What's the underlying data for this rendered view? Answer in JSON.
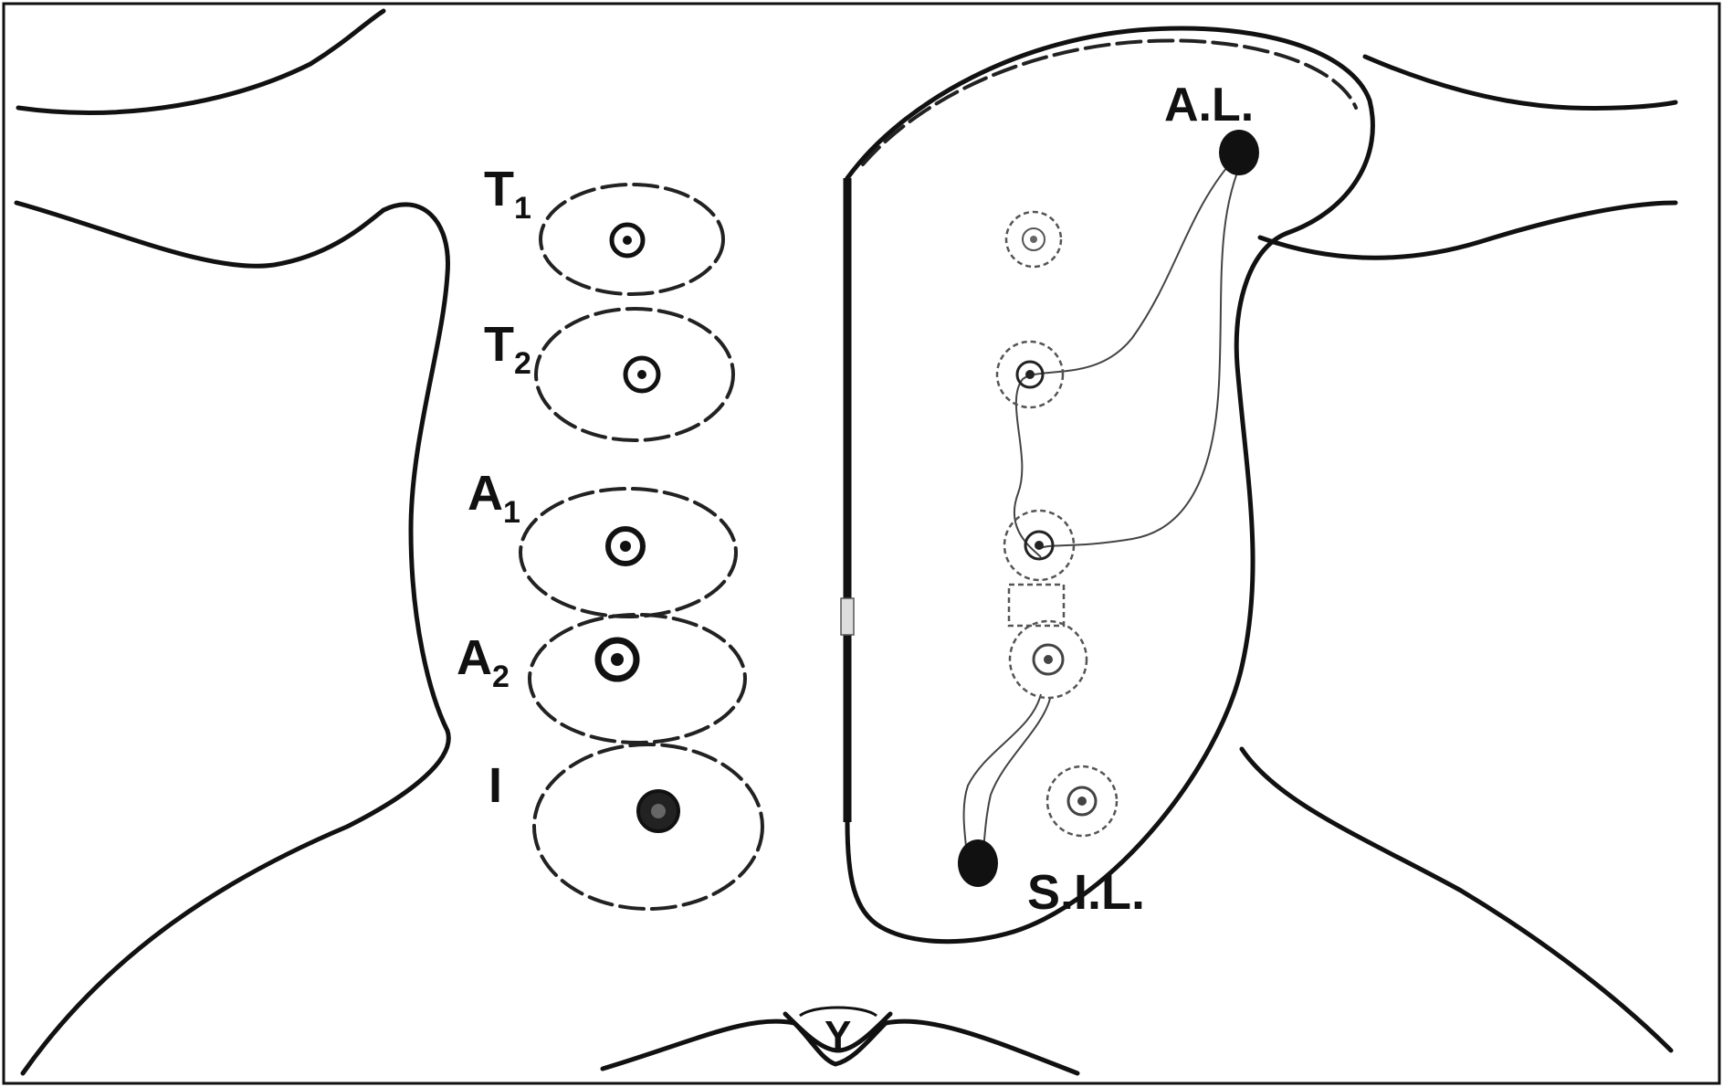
{
  "figure": {
    "left_labels": [
      {
        "main": "T",
        "sub": "1"
      },
      {
        "main": "T",
        "sub": "2"
      },
      {
        "main": "A",
        "sub": "1"
      },
      {
        "main": "A",
        "sub": "2"
      },
      {
        "main": "I",
        "sub": ""
      }
    ],
    "right_labels": {
      "top": "A.L.",
      "bottom": "S.I.L."
    },
    "navel_symbol": "Y"
  }
}
